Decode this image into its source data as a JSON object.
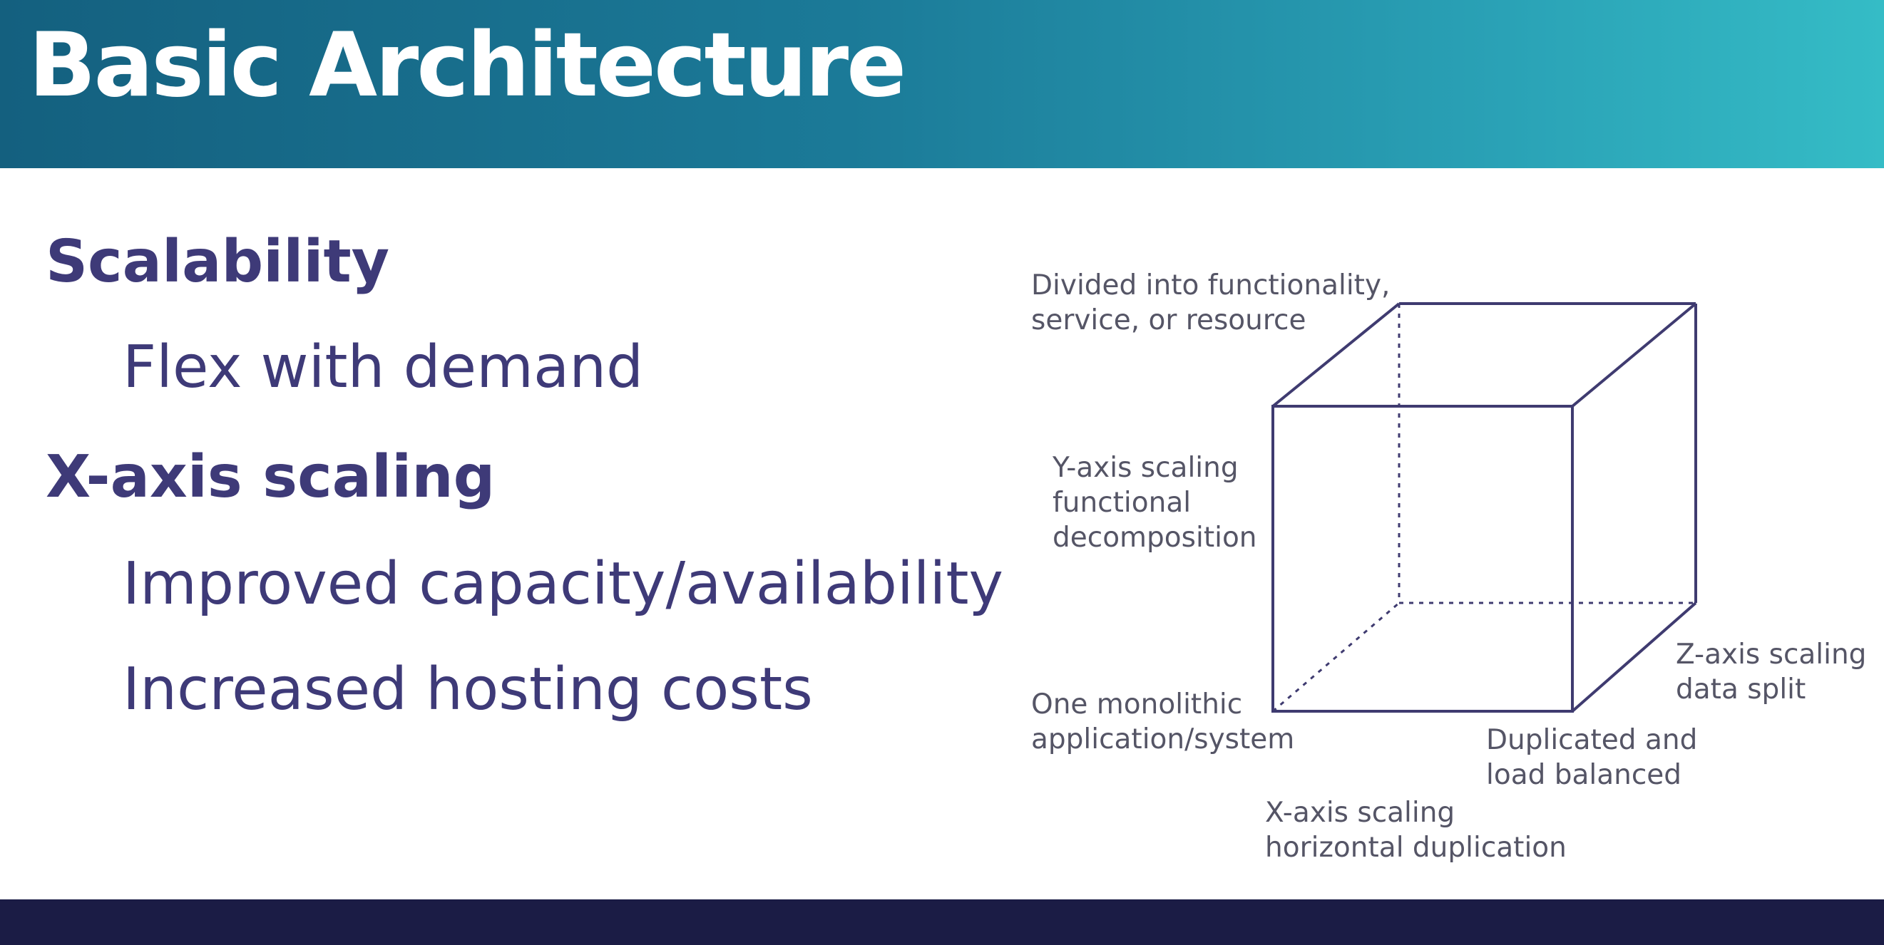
{
  "slide": {
    "title": "Basic Architecture"
  },
  "bullets": {
    "scalability": "Scalability",
    "flex": "Flex with demand",
    "xaxis": "X-axis scaling",
    "capacity": "Improved capacity/availability",
    "costs": "Increased hosting costs"
  },
  "diagram": {
    "top_label": [
      "Divided into functionality,",
      "service, or resource"
    ],
    "y_label": [
      "Y-axis scaling",
      "functional",
      "decomposition"
    ],
    "origin_label": [
      "One monolithic",
      "application/system"
    ],
    "x_label": [
      "X-axis scaling",
      "horizontal duplication"
    ],
    "dup_label": [
      "Duplicated and",
      "load balanced"
    ],
    "z_label": [
      "Z-axis scaling",
      "data split"
    ],
    "line_color": "#3f3b70"
  },
  "colors": {
    "header_start": "#14607f",
    "header_end": "#35bcc6",
    "text_primary": "#3e3a78",
    "footer": "#1b1c45"
  }
}
